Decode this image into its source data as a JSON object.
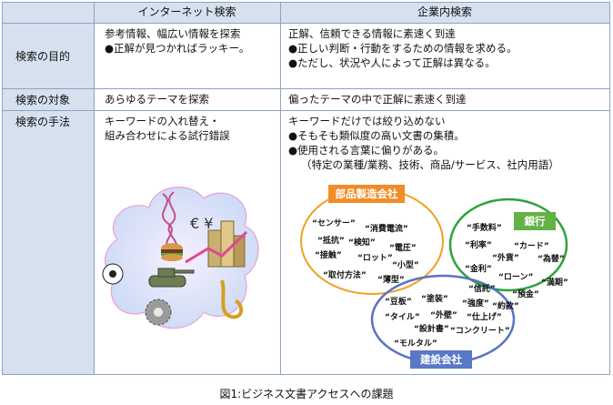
{
  "table": {
    "col_internet": "インターネット検索",
    "col_enterprise": "企業内検索",
    "rows": [
      {
        "label": "検索の目的",
        "internet": [
          "参考情報、幅広い情報を探索",
          "●正解が見つかればラッキー。"
        ],
        "enterprise": [
          "正解、信頼できる情報に素速く到達",
          "●正しい判断・行動をするための情報を求める。",
          "●ただし、状況や人によって正解は異なる。"
        ]
      },
      {
        "label": "検索の対象",
        "internet": [
          "あらゆるテーマを探索"
        ],
        "enterprise": [
          "偏ったテーマの中で正解に素速く到達"
        ]
      },
      {
        "label": "検索の手法",
        "internet": [
          "キーワードの入れ替え・",
          "組み合わせによる試行錯誤"
        ],
        "enterprise": [
          "キーワードだけでは絞り込めない",
          "●そもそも類似度の高い文書の集積。",
          "●使用される言葉に偏りがある。",
          "（特定の業種/業務、技術、商品/サービス、社内用語）"
        ]
      }
    ]
  },
  "diagram": {
    "groups": [
      {
        "name": "部品製造会社",
        "color": "#f0a020",
        "tag_color": "#f28c28",
        "terms": [
          "“センサー”",
          "“消費電流”",
          "“抵抗”",
          "“検知”",
          "“電圧”",
          "“接触”",
          "“ロット”",
          "“小型”",
          "“取付方法”",
          "“薄型”"
        ]
      },
      {
        "name": "銀行",
        "color": "#2ea33a",
        "tag_color": "#63b246",
        "terms": [
          "“手数料”",
          "“利率”",
          "“カード”",
          "“外貨”",
          "“為替”",
          "“金利”",
          "“ローン”",
          "“満期”",
          "“信託”",
          "“預金”",
          "“約款”"
        ]
      },
      {
        "name": "建設会社",
        "color": "#5a72c4",
        "tag_color": "#5a78c8",
        "terms": [
          "“豆板”",
          "“塗装”",
          "“強度”",
          "“タイル”",
          "“外壁”",
          "“仕上げ”",
          "“設計書”",
          "“コンクリート”",
          "“モルタル”"
        ]
      }
    ]
  },
  "caption": "図1:ビジネス文書アクセスへの課題"
}
